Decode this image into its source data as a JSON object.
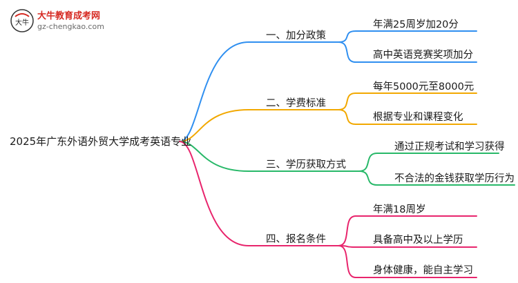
{
  "watermark": {
    "title": "大牛教育成考网",
    "domain": "gz-chengkao.com",
    "logo_text": "大牛"
  },
  "mindmap": {
    "root": "2025年广东外语外贸大学成考英语专业",
    "branches": [
      {
        "label": "一、加分政策",
        "color": "#2f8ff0",
        "leaves": [
          "年满25周岁加20分",
          "高中英语竞赛奖项加分"
        ]
      },
      {
        "label": "二、学费标准",
        "color": "#f2a800",
        "leaves": [
          "每年5000元至8000元",
          "根据专业和课程变化"
        ]
      },
      {
        "label": "三、学历获取方式",
        "color": "#27b868",
        "leaves": [
          "通过正规考试和学习获得",
          "不合法的金钱获取学历行为"
        ]
      },
      {
        "label": "四、报名条件",
        "color": "#e8246c",
        "leaves": [
          "年满18周岁",
          "具备高中及以上学历",
          "身体健康，能自主学习"
        ]
      }
    ]
  }
}
